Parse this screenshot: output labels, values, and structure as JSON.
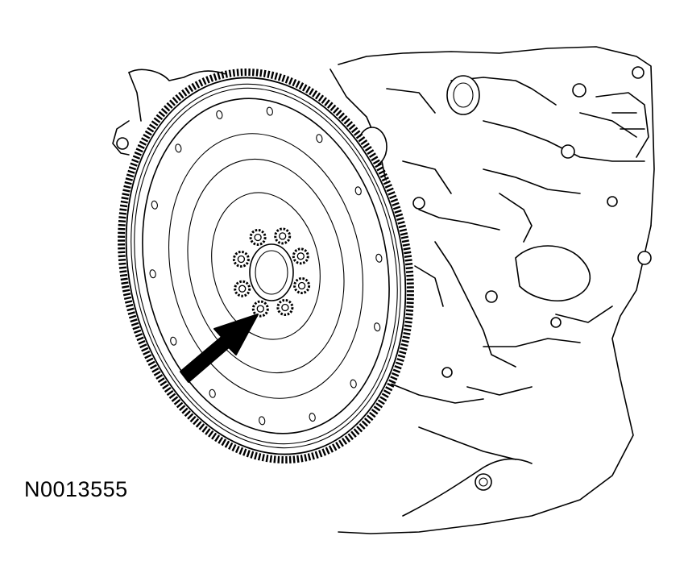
{
  "figure": {
    "id_label": "N0013555"
  },
  "colors": {
    "ink": "#000000",
    "background": "#ffffff"
  },
  "flywheel": {
    "bolt_count": 8,
    "ring_gear_teeth": 150,
    "outer_hole_count": 14
  },
  "callout": {
    "type": "arrow",
    "points_to": "crankshaft-bolts"
  }
}
